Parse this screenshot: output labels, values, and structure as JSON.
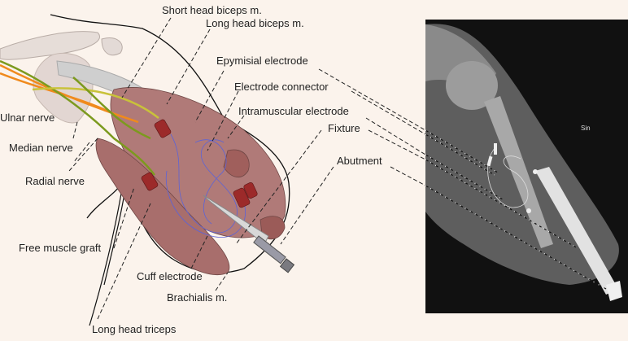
{
  "figure": {
    "labels": {
      "short_head_biceps": "Short head biceps m.",
      "long_head_biceps": "Long head biceps m.",
      "epymisial_electrode": "Epymisial electrode",
      "electrode_connector": "Electrode connector",
      "intramuscular_electrode": "Intramuscular electrode",
      "fixture": "Fixture",
      "abutment": "Abutment",
      "ulnar_nerve": "Ulnar nerve",
      "median_nerve": "Median nerve",
      "radial_nerve": "Radial nerve",
      "free_muscle_graft": "Free muscle graft",
      "cuff_electrode": "Cuff electrode",
      "brachialis": "Brachialis m.",
      "long_head_triceps": "Long head triceps"
    },
    "xray_marker": "Sin",
    "colors": {
      "background": "#fbf3ec",
      "muscle": "#b07a78",
      "nerve_orange": "#f08a1c",
      "nerve_green": "#7c9a1e",
      "nerve_yellow": "#c9c23a",
      "electrode_wire": "#5b63d8",
      "cuff": "#9c2a2a"
    }
  }
}
